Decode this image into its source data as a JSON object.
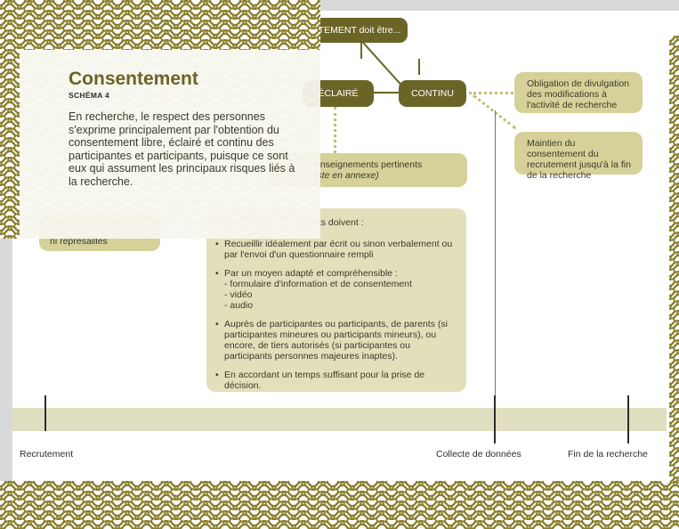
{
  "header": {
    "title": "Consentement",
    "subtitle": "SCHÉMA 4",
    "intro": "En recherche, le respect des personnes s'exprime principalement par l'obtention du consentement libre, éclairé et continu des participantes et participants, puisque ce sont eux qui assument les principaux risques liés à la recherche."
  },
  "diagram": {
    "root": "TEMENT doit être...",
    "node_eclaire": "ÉCLAIRÉ",
    "node_continu": "CONTINU",
    "continu_item_1": "Obligation de divulgation des modifications à l'activité de recherche",
    "continu_item_2": "Maintien du consentement du recrutement jusqu'à la fin de la recherche",
    "eclaire_box_line1": "enseignements pertinents",
    "eclaire_box_line2": "iste en annexe)",
    "left_box_text": "ni représailles",
    "methods_heading": "nts doivent :",
    "methods": [
      {
        "text": "Recueillir idéalement par écrit ou sinon verbalement ou par l'envoi d'un questionnaire rempli",
        "subs": []
      },
      {
        "text": "Par un moyen adapté et compréhensible :",
        "subs": [
          "- formulaire d'information et de consentement",
          "- vidéo",
          "- audio"
        ]
      },
      {
        "text": "Auprès de participantes ou participants, de parents (si participantes mineures ou participants mineurs), ou encore, de tiers autorisés (si participantes ou participants personnes majeures inaptes).",
        "subs": []
      },
      {
        "text": "En accordant un temps suffisant pour la prise de décision.",
        "subs": []
      }
    ]
  },
  "timeline": {
    "labels": [
      "Recrutement",
      "Collecte de données",
      "Fin de la recherche"
    ]
  },
  "colors": {
    "olive_dark": "#6b6427",
    "tan": "#d6d199",
    "tan_light": "#e3dfbb",
    "band": "#e1dfc2",
    "scallop": "#8a7f2e"
  }
}
